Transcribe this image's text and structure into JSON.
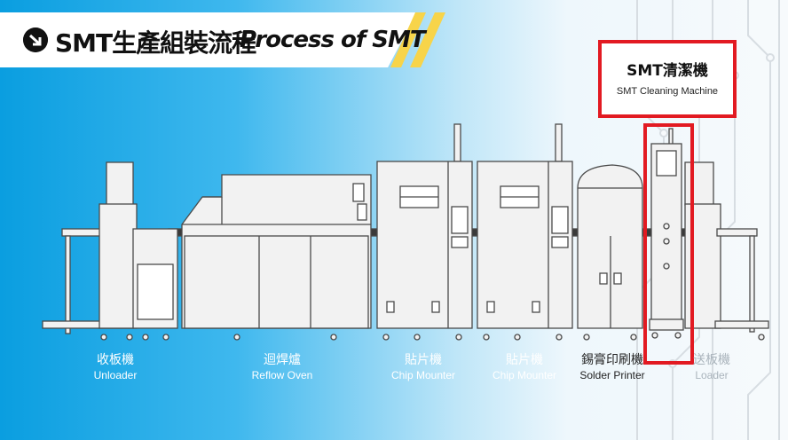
{
  "banner": {
    "title_zh": "SMT生產組裝流程",
    "title_en": "Process of SMT"
  },
  "highlight": {
    "title": "SMT清潔機",
    "subtitle": "SMT Cleaning Machine",
    "color": "#e21a22"
  },
  "machines": [
    {
      "label_zh": "收板機",
      "label_en": "Unloader"
    },
    {
      "label_zh": "迴焊爐",
      "label_en": "Reflow Oven"
    },
    {
      "label_zh": "貼片機",
      "label_en": "Chip Mounter"
    },
    {
      "label_zh": "貼片機",
      "label_en": "Chip Mounter"
    },
    {
      "label_zh": "錫膏印刷機",
      "label_en": "Solder Printer"
    },
    {
      "label_zh": "送板機",
      "label_en": "Loader"
    }
  ],
  "colors": {
    "background_left": "#0a9ee0",
    "background_right": "#f7fafc",
    "banner_accent": "#f7d44a",
    "machine_fill": "#f2f2f2",
    "machine_stroke": "#4a4a4a"
  }
}
